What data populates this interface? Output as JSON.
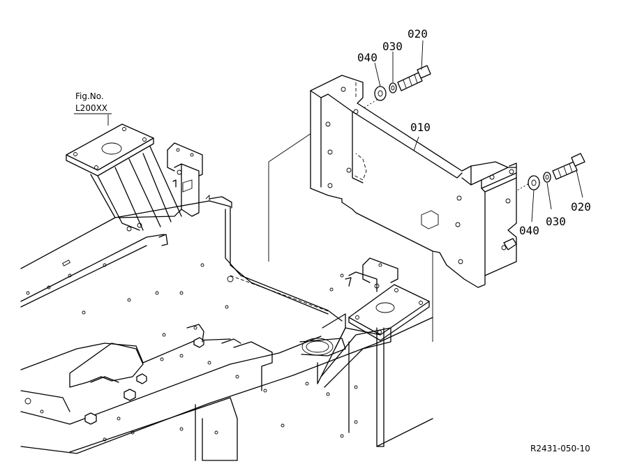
{
  "figure_ref": {
    "line1": "Fig.No.",
    "line2": "L200XX"
  },
  "part_labels": {
    "p010": "010",
    "p020_top": "020",
    "p030_top": "030",
    "p040_top": "040",
    "p020_right": "020",
    "p030_right": "030",
    "p040_right": "040"
  },
  "drawing_code": "R2431-050-10"
}
